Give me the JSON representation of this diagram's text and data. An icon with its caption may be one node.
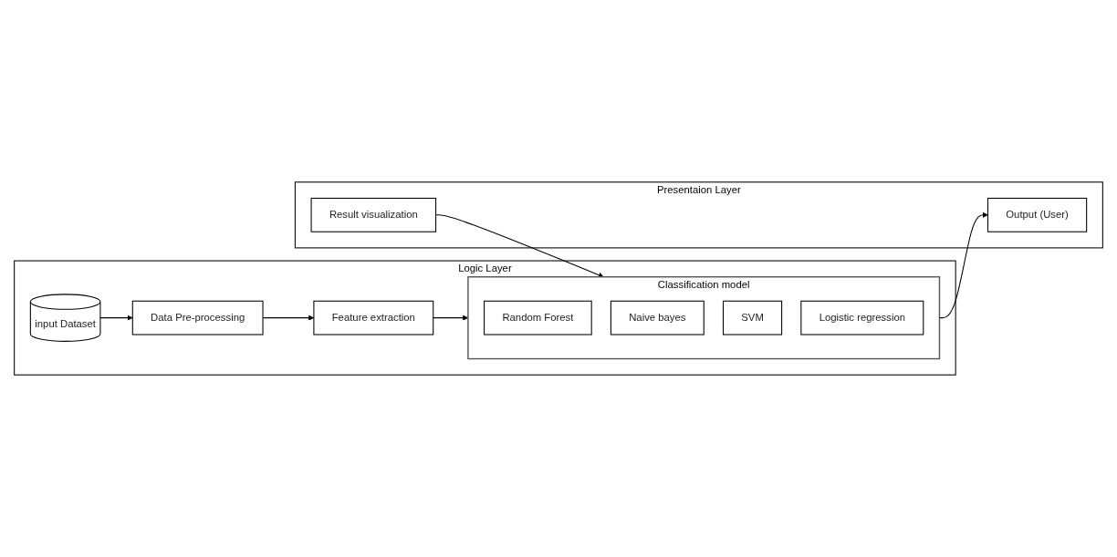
{
  "diagram": {
    "nodes": [
      {
        "text": [
          "Logic Layer"
        ]
      },
      {
        "text": [
          "input Dataset"
        ],
        "in": 0
      },
      {
        "text": [
          "Data Pre-processing"
        ],
        "in": 0
      },
      {
        "text": [
          "Feature extraction"
        ],
        "in": 0
      },
      {
        "text": [
          "Classification model"
        ],
        "in": 0
      },
      {
        "text": [
          "Random Forest"
        ],
        "in": 4
      },
      {
        "text": [
          "Naive bayes"
        ],
        "in": 4
      },
      {
        "text": [
          "SVM"
        ],
        "in": 4
      },
      {
        "text": [
          "Logistic regression"
        ],
        "in": 4
      },
      {
        "text": [
          "Presentaion Layer"
        ]
      },
      {
        "text": [
          "Result visualization"
        ],
        "in": 9
      },
      {
        "text": [
          "Output (User)"
        ],
        "in": 9
      }
    ],
    "edges": [
      {
        "from": 1,
        "to": 2,
        "arrow": "to"
      },
      {
        "from": 2,
        "to": 3,
        "arrow": "to"
      },
      {
        "from": 3,
        "to": 4,
        "arrow": "to"
      },
      {
        "from": 10,
        "to": 4,
        "arrow": "to"
      },
      {
        "from": 4,
        "to": 11,
        "arrow": "to"
      }
    ]
  }
}
